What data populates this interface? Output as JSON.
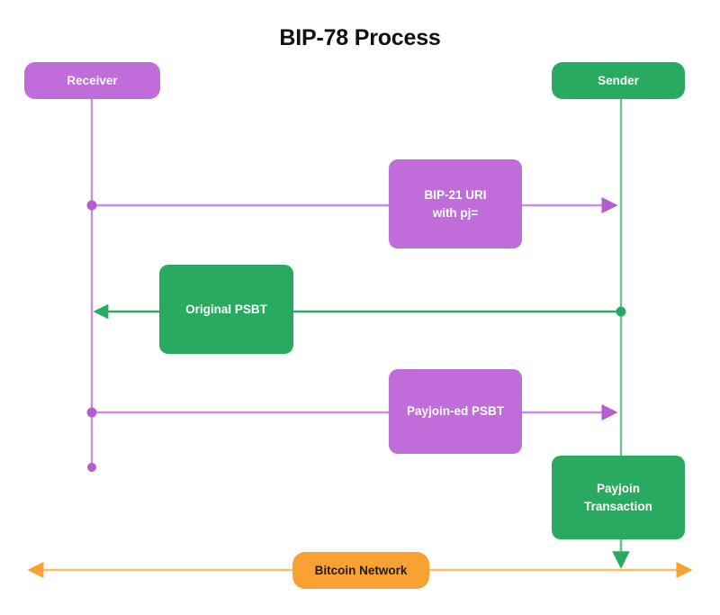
{
  "title": "BIP-78 Process",
  "colors": {
    "purple": "#c06cd9",
    "green": "#28ab60",
    "orange": "#f9a133",
    "title_text": "#111111",
    "node_text": "#ffffff",
    "orange_text": "#1d1d1d",
    "background": "#ffffff"
  },
  "nodes": {
    "receiver": {
      "label": "Receiver",
      "color": "purple"
    },
    "sender": {
      "label": "Sender",
      "color": "green"
    },
    "bip21_uri": {
      "label": "BIP-21 URI\nwith pj=",
      "color": "purple"
    },
    "original_psbt": {
      "label": "Original PSBT",
      "color": "green"
    },
    "payjoin_psbt": {
      "label": "Payjoin-ed PSBT",
      "color": "purple"
    },
    "payjoin_transaction": {
      "label": "Payjoin\nTransaction",
      "color": "green"
    },
    "bitcoin_network": {
      "label": "Bitcoin Network",
      "color": "orange"
    }
  },
  "flows": [
    {
      "name": "bip21-uri-flow",
      "from": "receiver",
      "to": "sender",
      "direction": "right",
      "color": "purple",
      "label": "BIP-21 URI with pj="
    },
    {
      "name": "original-psbt-flow",
      "from": "sender",
      "to": "receiver",
      "direction": "left",
      "color": "green",
      "label": "Original PSBT"
    },
    {
      "name": "payjoin-psbt-flow",
      "from": "receiver",
      "to": "sender",
      "direction": "right",
      "color": "purple",
      "label": "Payjoin-ed PSBT"
    },
    {
      "name": "broadcast-flow",
      "from": "payjoin_transaction",
      "to": "bitcoin_network",
      "direction": "down",
      "color": "green",
      "label": "Payjoin Transaction"
    }
  ]
}
